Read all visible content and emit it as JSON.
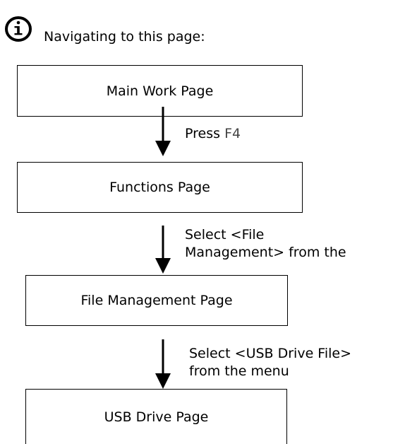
{
  "intro": {
    "text": "Navigating to this page:",
    "icon": "info-icon"
  },
  "boxes": [
    {
      "label": "Main Work Page"
    },
    {
      "label": "Functions Page"
    },
    {
      "label": "File Management Page"
    },
    {
      "label": "USB Drive Page"
    }
  ],
  "steps": [
    {
      "prefix": "Press",
      "key": "F4"
    },
    {
      "line1": "Select <File",
      "line2": "Management> from the"
    },
    {
      "line1": "Select <USB Drive File>",
      "line2": "from the menu"
    }
  ],
  "colors": {
    "text": "#000000",
    "key": "#444444",
    "border": "#000000"
  }
}
